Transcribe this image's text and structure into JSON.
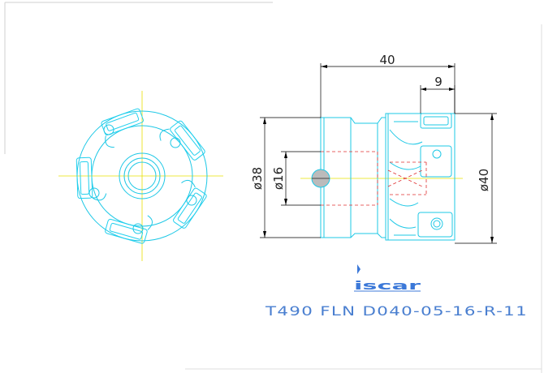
{
  "dimensions": {
    "overall_length": "40",
    "insert_width": "9",
    "diameter_38": "ø38",
    "diameter_16": "ø16",
    "diameter_40": "ø40"
  },
  "brand": {
    "logo_text": "iscar"
  },
  "part_number": "T490 FLN D040-05-16-R-11",
  "colors": {
    "geometry": "#1ec8e6",
    "dimension": "#000000",
    "centerline": "#e8e000",
    "hidden_line": "#e03030",
    "caption": "#4a7fd0"
  }
}
